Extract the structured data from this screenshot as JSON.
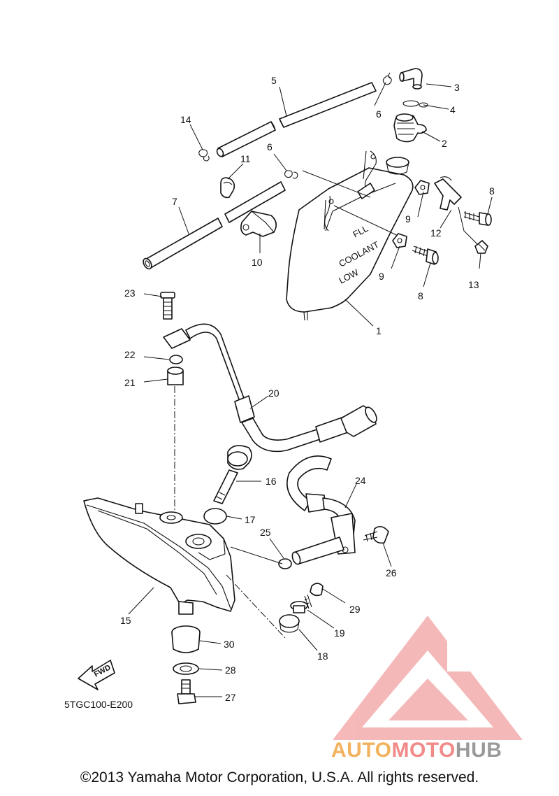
{
  "drawing_code": "5TGC100-E200",
  "copyright": "©2013 Yamaha Motor Corporation, U.S.A. All rights reserved.",
  "fwd_label": "FWD",
  "tank_markings": {
    "full": "FLL",
    "coolant": "COOLANT",
    "low": "LOW"
  },
  "watermark": {
    "part1": "AUTO",
    "part2": "MOTO",
    "part3": "HUB",
    "colors": [
      "#f2b25e",
      "#f28a8a",
      "#9a9a9a"
    ]
  },
  "callouts": {
    "c1": "1",
    "c2": "2",
    "c3": "3",
    "c4": "4",
    "c5": "5",
    "c6a": "6",
    "c6b": "6",
    "c7": "7",
    "c8a": "8",
    "c8b": "8",
    "c9a": "9",
    "c9b": "9",
    "c10": "10",
    "c11": "11",
    "c12": "12",
    "c13": "13",
    "c14": "14",
    "c15": "15",
    "c16": "16",
    "c17": "17",
    "c18": "18",
    "c19": "19",
    "c20": "20",
    "c21": "21",
    "c22": "22",
    "c23": "23",
    "c24": "24",
    "c25": "25",
    "c26": "26",
    "c27": "27",
    "c28": "28",
    "c29": "29",
    "c30": "30"
  }
}
